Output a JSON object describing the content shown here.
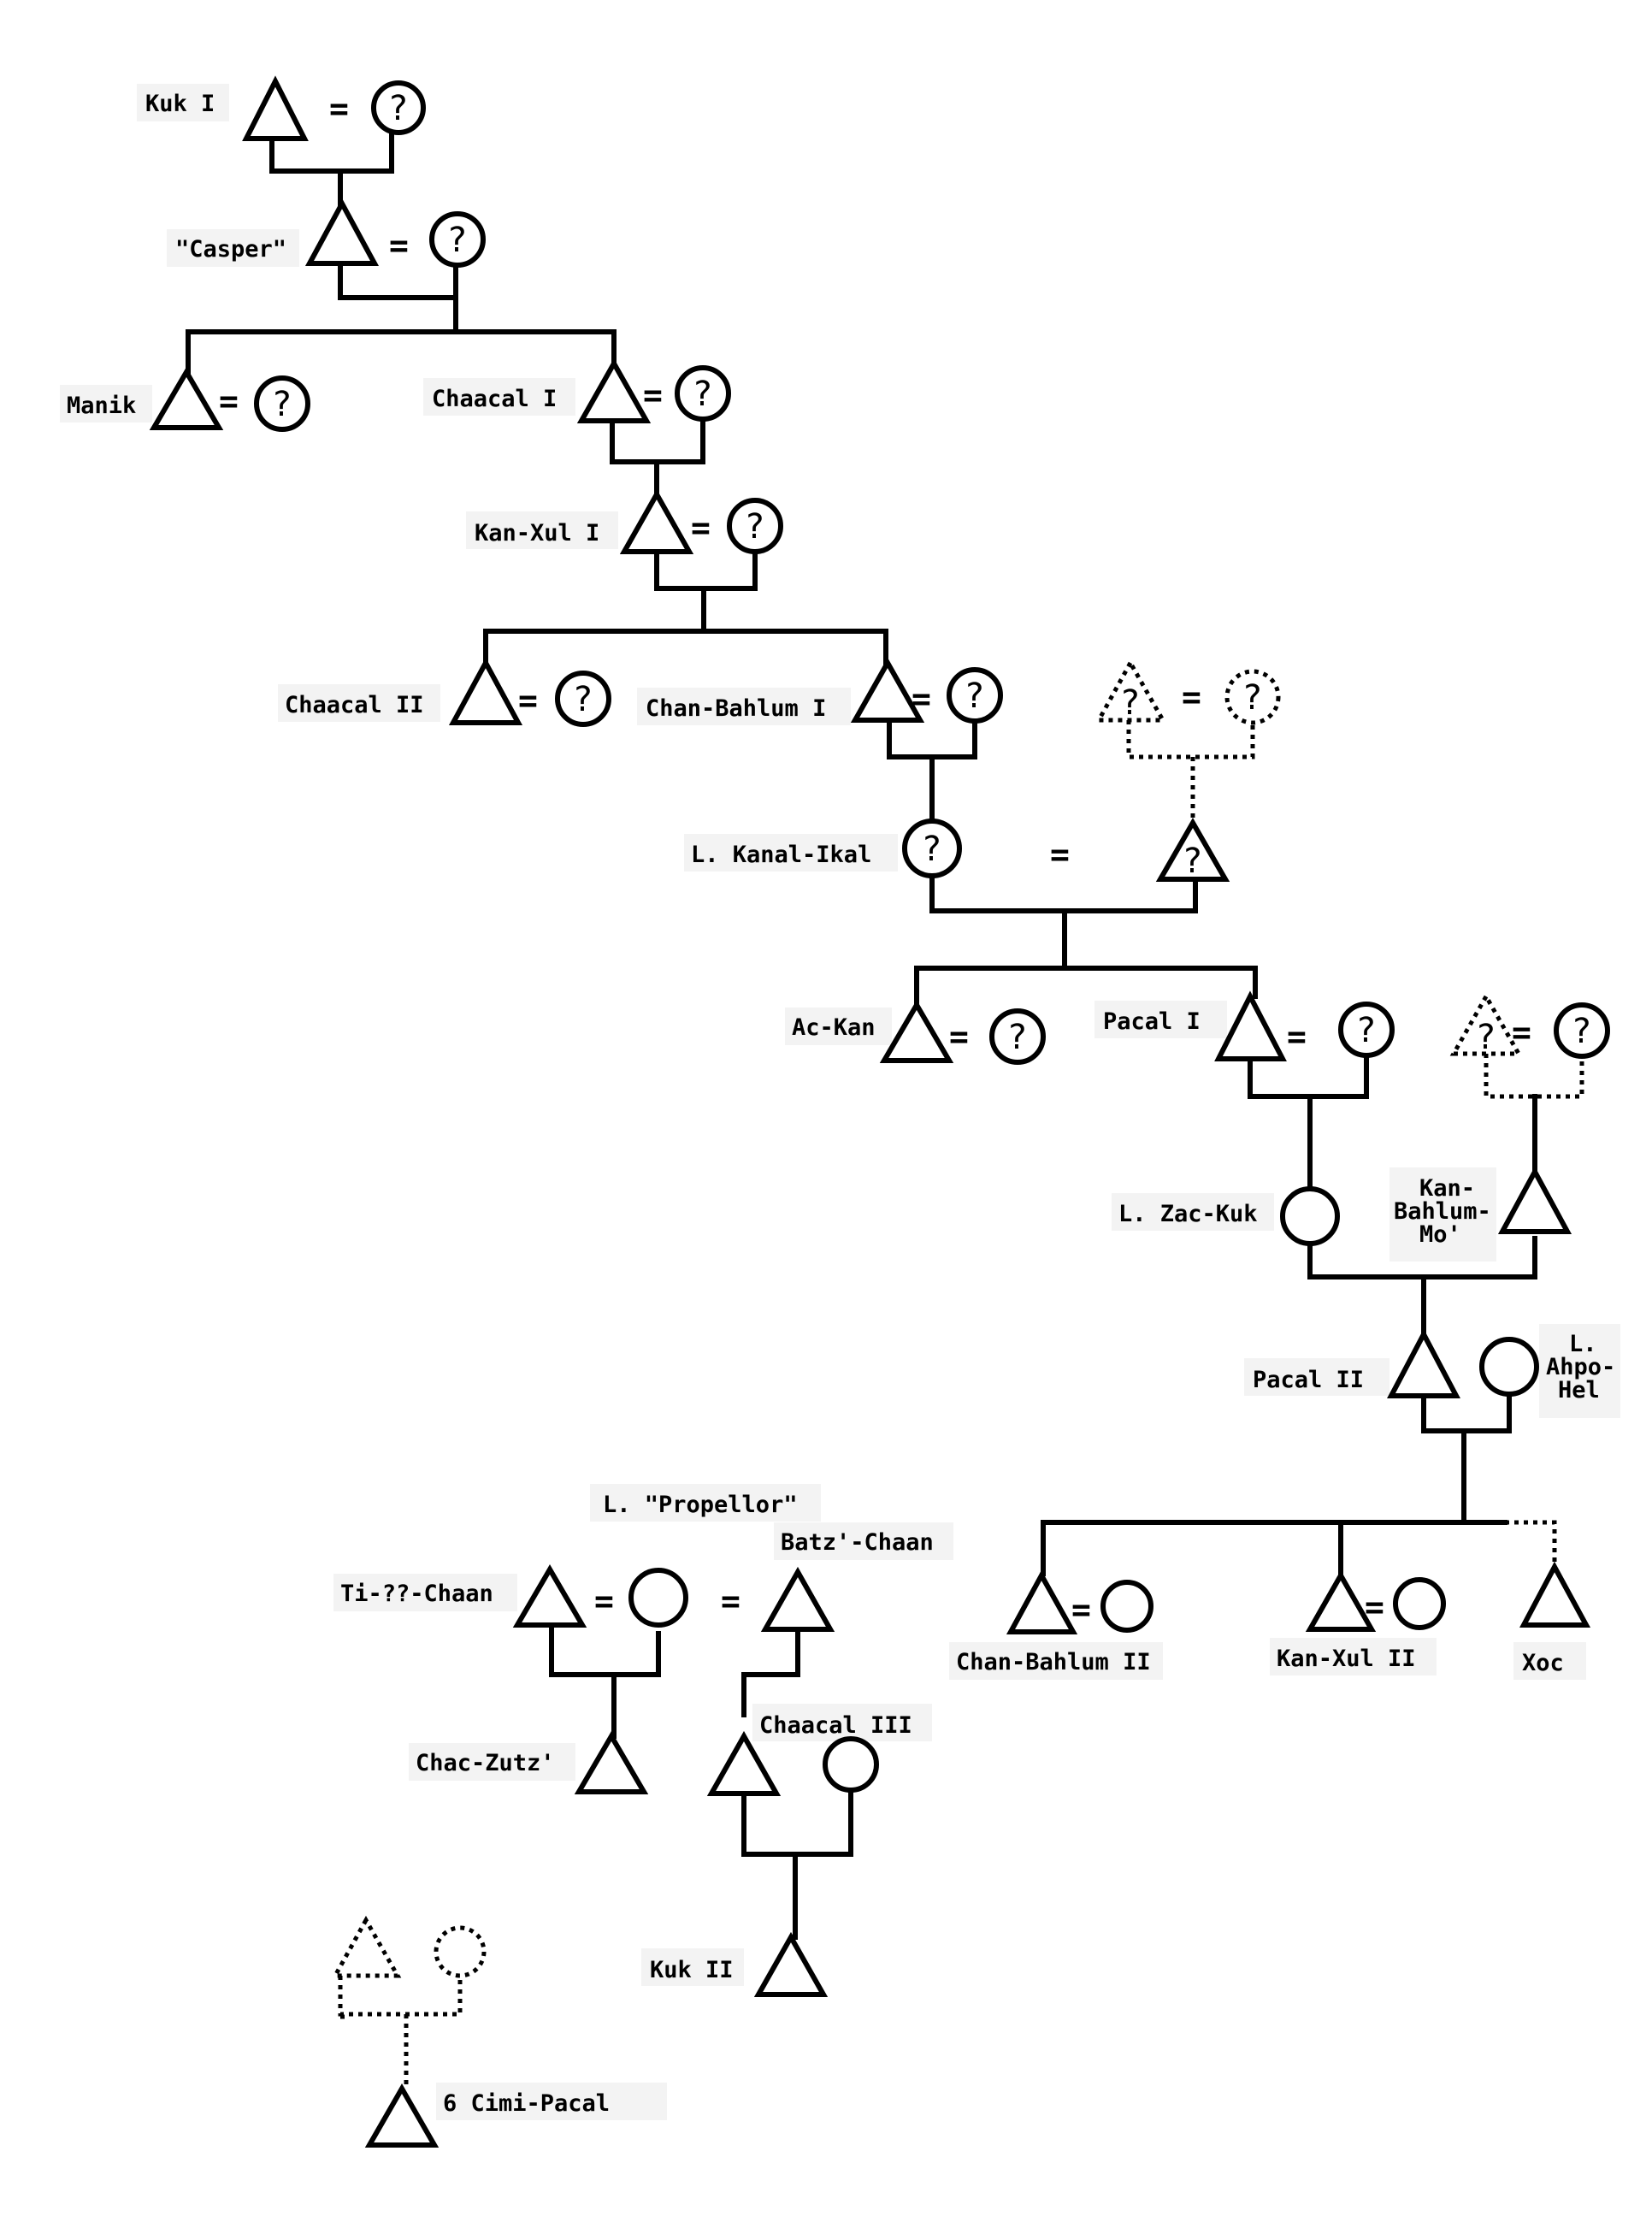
{
  "marriage_sign": "=",
  "unknown_mark": "?",
  "persons": [
    {
      "id": "kuk-i",
      "label": "Kuk I",
      "symbol": "male"
    },
    {
      "id": "kuk-i-spouse",
      "label": "?",
      "symbol": "female-unknown"
    },
    {
      "id": "casper",
      "label": "\"Casper\"",
      "symbol": "male"
    },
    {
      "id": "casper-spouse",
      "label": "?",
      "symbol": "female-unknown"
    },
    {
      "id": "manik",
      "label": "Manik",
      "symbol": "male"
    },
    {
      "id": "manik-spouse",
      "label": "?",
      "symbol": "female-unknown"
    },
    {
      "id": "chaacal-i",
      "label": "Chaacal I",
      "symbol": "male"
    },
    {
      "id": "chaacal-i-spouse",
      "label": "?",
      "symbol": "female-unknown"
    },
    {
      "id": "kan-xul-i",
      "label": "Kan-Xul I",
      "symbol": "male"
    },
    {
      "id": "kan-xul-i-spouse",
      "label": "?",
      "symbol": "female-unknown"
    },
    {
      "id": "chaacal-ii",
      "label": "Chaacal II",
      "symbol": "male"
    },
    {
      "id": "chaacal-ii-spouse",
      "label": "?",
      "symbol": "female-unknown"
    },
    {
      "id": "chan-bahlum-i",
      "label": "Chan-Bahlum I",
      "symbol": "male"
    },
    {
      "id": "chan-bahlum-i-spouse",
      "label": "?",
      "symbol": "female-unknown"
    },
    {
      "id": "l-kanal-ikal",
      "label": "L. Kanal-Ikal",
      "symbol": "female-unknown"
    },
    {
      "id": "kanal-ikal-husband",
      "label": "?",
      "symbol": "male-unknown"
    },
    {
      "id": "ac-kan",
      "label": "Ac-Kan",
      "symbol": "male"
    },
    {
      "id": "ac-kan-spouse",
      "label": "?",
      "symbol": "female-unknown"
    },
    {
      "id": "pacal-i",
      "label": "Pacal I",
      "symbol": "male"
    },
    {
      "id": "pacal-i-spouse",
      "label": "?",
      "symbol": "female-unknown"
    },
    {
      "id": "l-zac-kuk",
      "label": "L. Zac-Kuk",
      "symbol": "female"
    },
    {
      "id": "kan-bahlum-mo",
      "label": "Kan-Bahlum-Mo'",
      "label_lines": [
        "Kan-",
        "Bahlum-",
        "Mo'"
      ],
      "symbol": "male"
    },
    {
      "id": "pacal-ii",
      "label": "Pacal II",
      "symbol": "male"
    },
    {
      "id": "l-ahpo-hel",
      "label": "L. Ahpo-Hel",
      "label_lines": [
        "L.",
        "Ahpo-",
        "Hel"
      ],
      "symbol": "female"
    },
    {
      "id": "chan-bahlum-ii",
      "label": "Chan-Bahlum II",
      "symbol": "male"
    },
    {
      "id": "kan-xul-ii",
      "label": "Kan-Xul II",
      "symbol": "male"
    },
    {
      "id": "xoc",
      "label": "Xoc",
      "symbol": "male"
    },
    {
      "id": "ti-chaan",
      "label": "Ti-??-Chaan",
      "symbol": "male"
    },
    {
      "id": "l-propellor",
      "label": "L. \"Propellor\"",
      "symbol": "female"
    },
    {
      "id": "batz-chaan",
      "label": "Batz'-Chaan",
      "symbol": "male"
    },
    {
      "id": "chac-zutz",
      "label": "Chac-Zutz'",
      "symbol": "male"
    },
    {
      "id": "chaacal-iii",
      "label": "Chaacal III",
      "symbol": "male"
    },
    {
      "id": "kuk-ii",
      "label": "Kuk II",
      "symbol": "male"
    },
    {
      "id": "6-cimi-pacal",
      "label": "6 Cimi-Pacal",
      "symbol": "male"
    }
  ]
}
